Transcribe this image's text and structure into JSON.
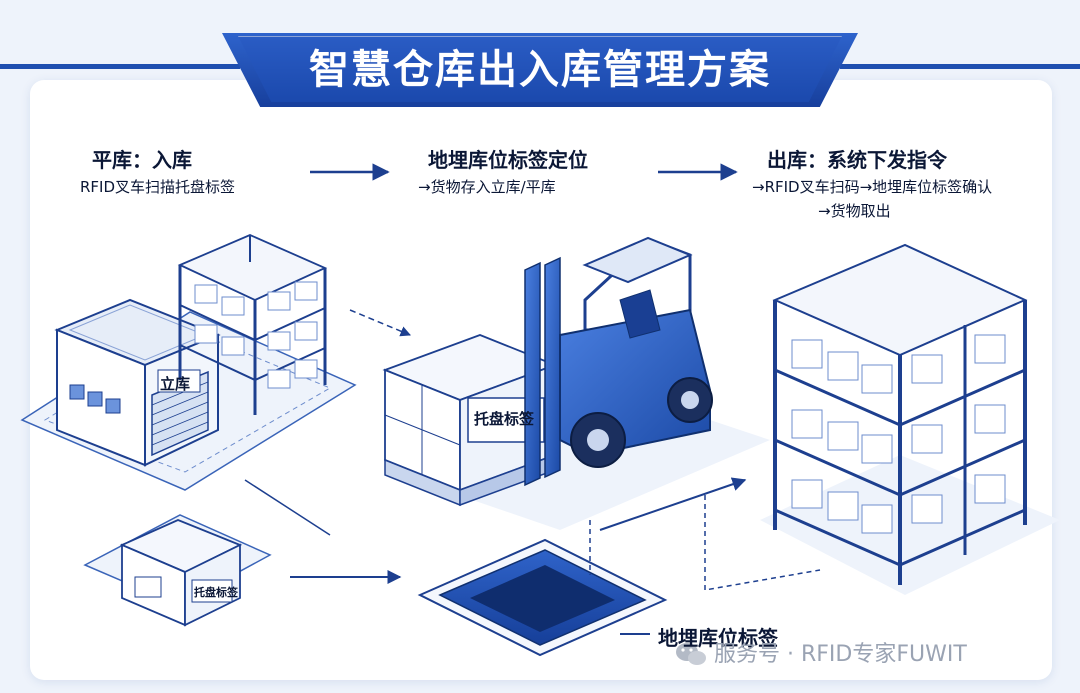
{
  "header": {
    "title": "智慧仓库出入库管理方案"
  },
  "steps": [
    {
      "title": "平库：入库",
      "desc": [
        "RFID叉车扫描托盘标签"
      ]
    },
    {
      "title": "地埋库位标签定位",
      "desc": [
        "→货物存入立库/平库"
      ]
    },
    {
      "title": "出库：系统下发指令",
      "desc": [
        "→RFID叉车扫码→地埋库位标签确认",
        "→货物取出"
      ]
    }
  ],
  "labels": {
    "warehouse": "立库",
    "pallet_tag_large": "托盘标签",
    "pallet_tag_small": "托盘标签",
    "floor_tag": "地埋库位标签"
  },
  "watermark": {
    "text": "服务号 · RFID专家FUWIT"
  },
  "colors": {
    "brand": "#1f4fb0",
    "line": "#1d3f8f",
    "tint": "#dfe8f7"
  }
}
